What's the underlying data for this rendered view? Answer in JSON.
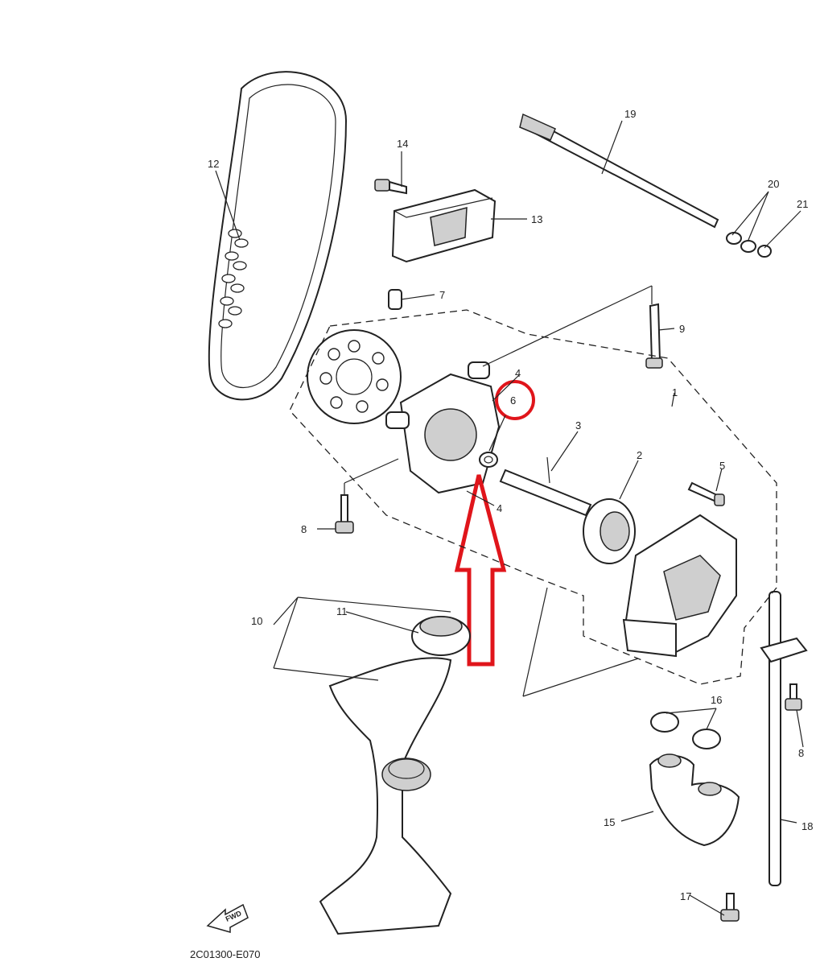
{
  "diagram": {
    "part_numbers": [
      "1",
      "2",
      "3",
      "4",
      "4",
      "5",
      "6",
      "7",
      "8",
      "8",
      "9",
      "10",
      "11",
      "12",
      "13",
      "14",
      "15",
      "16",
      "17",
      "18",
      "19",
      "20",
      "21"
    ],
    "fwd_label": "FWD",
    "figure_code": "2C01300-E070",
    "highlight_color": "#e0151b"
  }
}
